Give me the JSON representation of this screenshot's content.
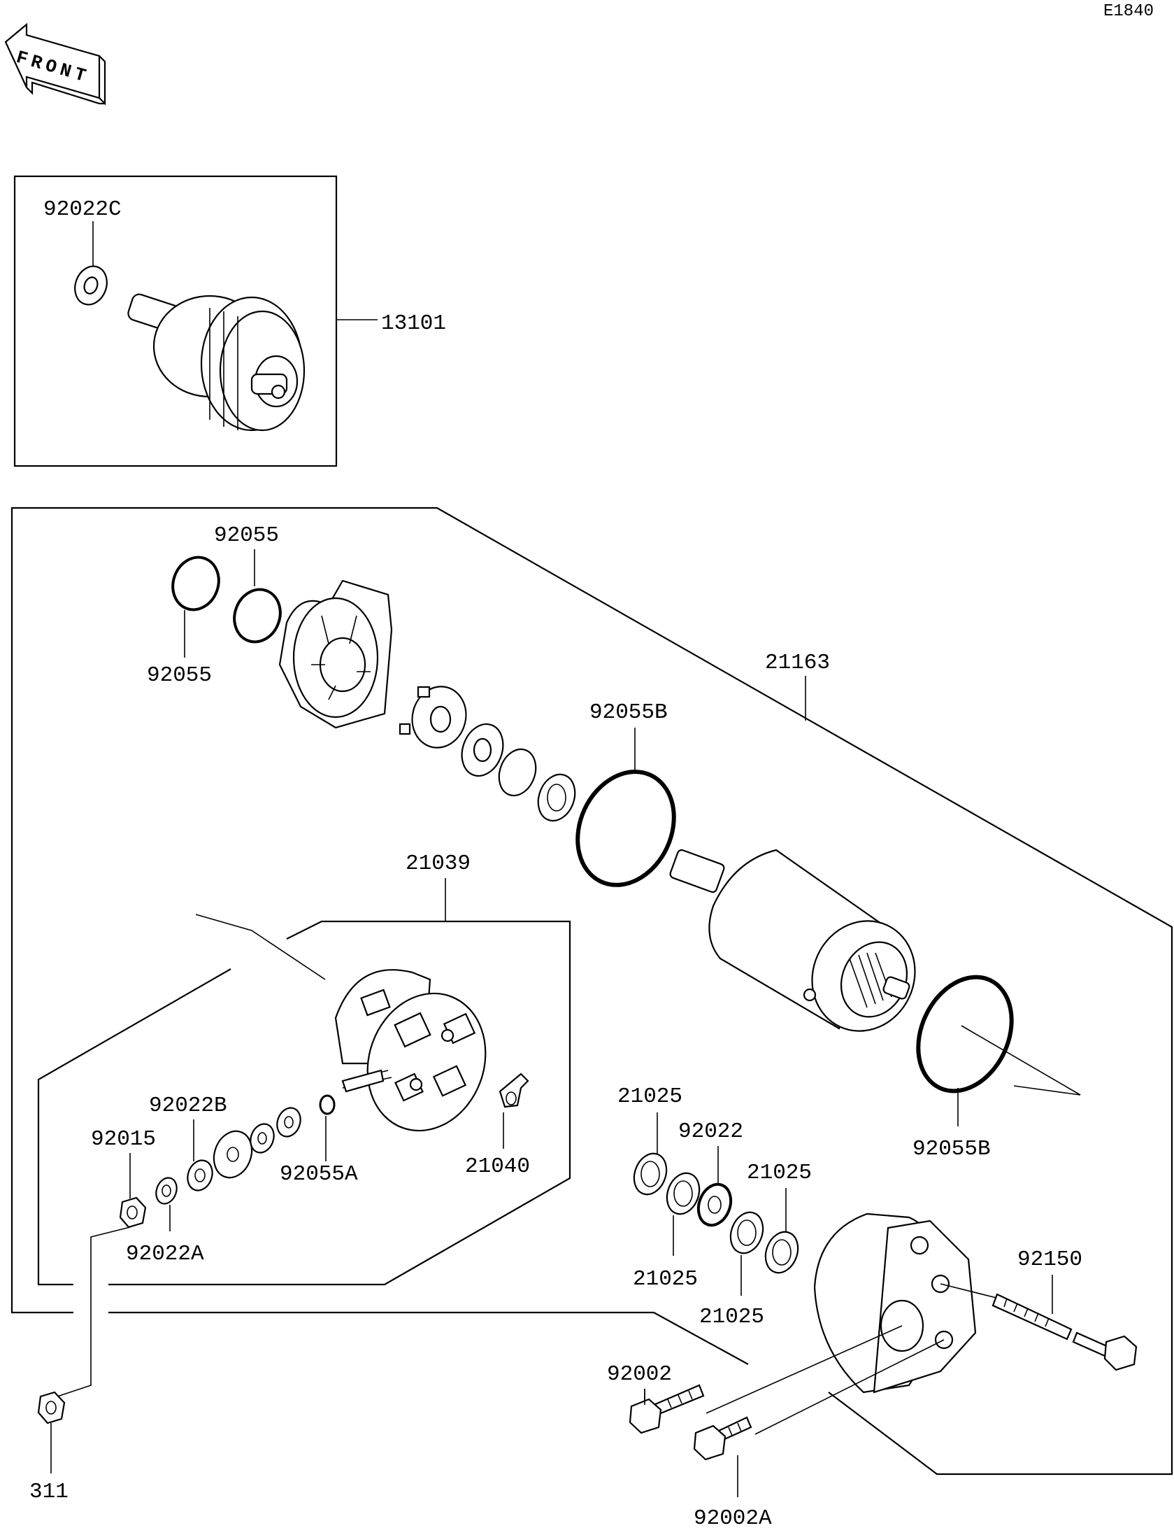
{
  "diagram_code": "E1840",
  "front_label": "FRONT",
  "labels": {
    "p92022C": "92022C",
    "p13101": "13101",
    "p92055_top": "92055",
    "p92055_bottom": "92055",
    "p21163": "21163",
    "p92055B_top": "92055B",
    "p92055B_bottom": "92055B",
    "p21039": "21039",
    "p92022B": "92022B",
    "p92015": "92015",
    "p92022A": "92022A",
    "p92055A": "92055A",
    "p21040": "21040",
    "p21025_a": "21025",
    "p92022": "92022",
    "p21025_b": "21025",
    "p21025_c": "21025",
    "p21025_d": "21025",
    "p92150": "92150",
    "p92002": "92002",
    "p92002A": "92002A",
    "p311": "311"
  }
}
